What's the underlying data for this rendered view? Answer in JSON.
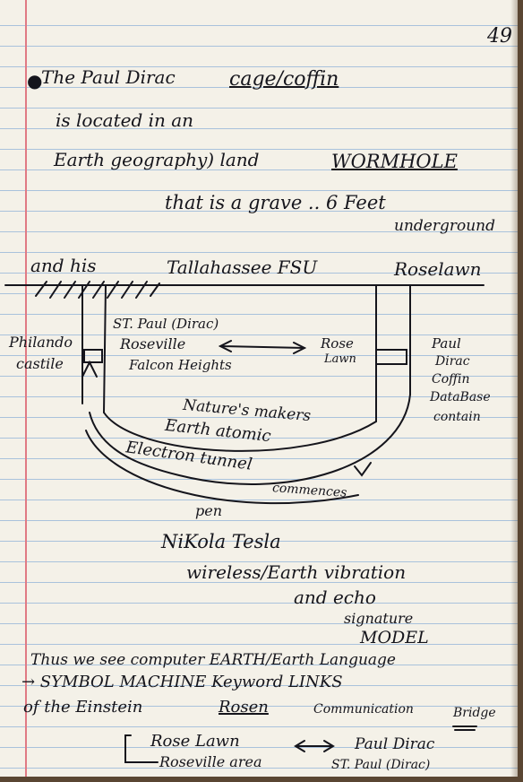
{
  "page_number": "49",
  "intro": {
    "line1_pre": "The Paul Dirac",
    "line1_underlined": "cage/coffin",
    "line2": "is located in an",
    "line3_pre": "Earth geography) land",
    "line3_underlined": "WORMHOLE",
    "line4": "that is a grave .. 6 Feet",
    "line5": "underground",
    "line6_pre": "and his",
    "line6_place": "Tallahassee FSU",
    "line6_post": "Roselawn"
  },
  "diagram": {
    "left_label_1": "Philando",
    "left_label_2": "castile",
    "center_1": "ST. Paul (Dirac)",
    "center_2": "Roseville",
    "center_3": "Falcon Heights",
    "rose_1": "Rose",
    "rose_2": "Lawn",
    "right_1": "Paul",
    "right_2": "Dirac",
    "right_3": "Coffin",
    "right_4": "DataBase",
    "right_5": "contain",
    "arc_1": "Nature's makers",
    "arc_2": "Earth atomic",
    "arc_3": "Electron tunnel",
    "arc_4": "commences",
    "arc_5": "pen"
  },
  "tesla": {
    "line1": "NiKola Tesla",
    "line2": "wireless/Earth vibration",
    "line3": "and echo",
    "line4": "signature",
    "line5": "MODEL"
  },
  "conclusion": {
    "line1": "Thus we see computer EARTH/Earth Language",
    "line2_prefix": "→ SYMBOL MACHINE Keyword LINKS",
    "line3_pre": "of the Einstein",
    "line3_underlined": "Rosen",
    "line3_post": "Communication",
    "line3_end": "Bridge"
  },
  "bottom": {
    "box_1": "Rose Lawn",
    "box_2": "Roseville area",
    "right_1": "Paul Dirac",
    "right_2": "ST. Paul (Dirac)"
  }
}
